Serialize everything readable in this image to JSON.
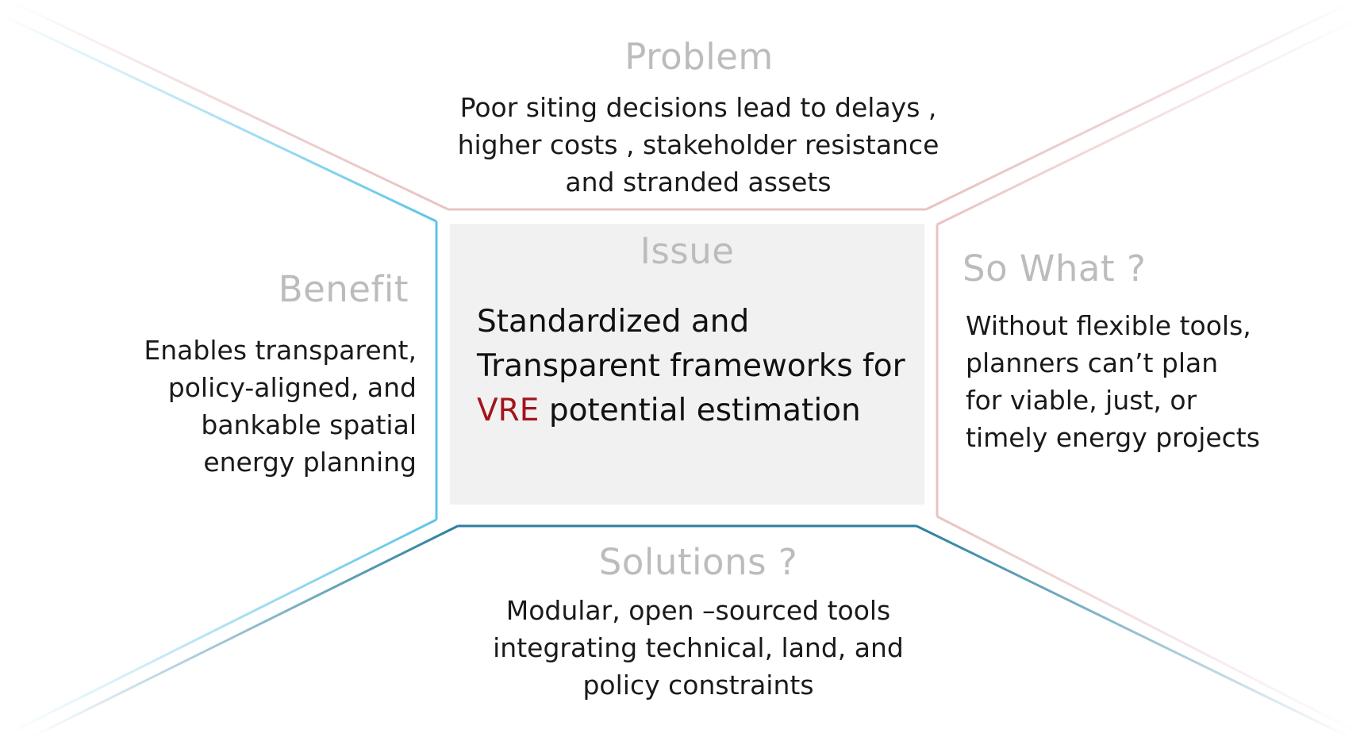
{
  "colors": {
    "heading_text": "#bcbcbc",
    "body_text": "#1a1a1a",
    "highlight": "#a3141b",
    "center_box": "#f1f1f1",
    "line_pink": "#e9c3c3",
    "line_light_blue": "#5ec4e8",
    "line_dark_blue": "#2a7fa0"
  },
  "problem": {
    "heading": "Problem",
    "lines": [
      "Poor siting decisions lead to delays ,",
      "higher costs , stakeholder resistance",
      "and stranded assets"
    ]
  },
  "issue": {
    "heading": "Issue",
    "line1": "Standardized and",
    "line2": "Transparent frameworks for",
    "highlight": "VRE",
    "line3_rest": " potential estimation"
  },
  "benefit": {
    "heading": "Benefit",
    "lines": [
      "Enables transparent,",
      "policy-aligned, and",
      "bankable spatial",
      "energy planning"
    ]
  },
  "so_what": {
    "heading": "So What ?",
    "lines": [
      "Without flexible tools,",
      "planners can’t plan",
      "for viable, just, or",
      "timely energy projects"
    ]
  },
  "solutions": {
    "heading": "Solutions ?",
    "lines": [
      "Modular, open –sourced tools",
      "integrating technical, land, and",
      "policy constraints"
    ]
  }
}
